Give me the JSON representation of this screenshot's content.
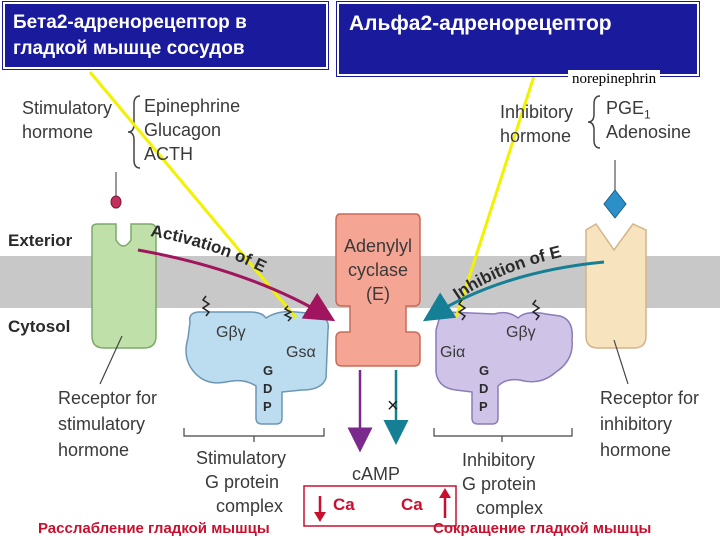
{
  "titles": {
    "beta2": "Бета2-адренорецептор в гладкой мышце сосудов",
    "alpha2": "Альфа2-адренорецептор"
  },
  "labels": {
    "norepinephrin": "norepinephrin",
    "stim_hormone": [
      "Stimulatory",
      "hormone"
    ],
    "stim_examples": [
      "Epinephrine",
      "Glucagon",
      "ACTH"
    ],
    "inhib_hormone": [
      "Inhibitory",
      "hormone"
    ],
    "inhib_examples": [
      "PGE",
      "Adenosine"
    ],
    "pge_sub": "1",
    "exterior": "Exterior",
    "cytosol": "Cytosol",
    "adenylyl": [
      "Adenylyl",
      "cyclase",
      "(E)"
    ],
    "activation": "Activation of E",
    "inhibition": "Inhibition of E",
    "g_beta_gamma": "Gβγ",
    "g_s_alpha": "Gsα",
    "g_i_alpha": "Giα",
    "gdp": [
      "G",
      "D",
      "P"
    ],
    "x_mark": "×",
    "receptor_stim": [
      "Receptor for",
      "stimulatory",
      "hormone"
    ],
    "receptor_inhib": [
      "Receptor for",
      "inhibitory",
      "hormone"
    ],
    "stim_gprotein": [
      "Stimulatory",
      "G protein",
      "complex"
    ],
    "inhib_gprotein": [
      "Inhibitory",
      "G protein",
      "complex"
    ],
    "camp": "cAMP",
    "ca_left": "Ca",
    "ca_right": "Ca",
    "relax": "Расслабление гладкой мышцы",
    "contract": "Сокращение гладкой мышцы"
  },
  "colors": {
    "title_bg": "#1a1a9c",
    "membrane": "#c8c8c8",
    "receptor_stim": "#bfe0a8",
    "receptor_inhib": "#f7e3bd",
    "adenylyl": "#f4a593",
    "gs_protein": "#bcdcef",
    "gi_protein": "#cfc4e8",
    "activation_arrow": "#a0155e",
    "inhibition_arrow": "#157f95",
    "pointer": "#f2f200",
    "text_red": "#c8102e"
  }
}
